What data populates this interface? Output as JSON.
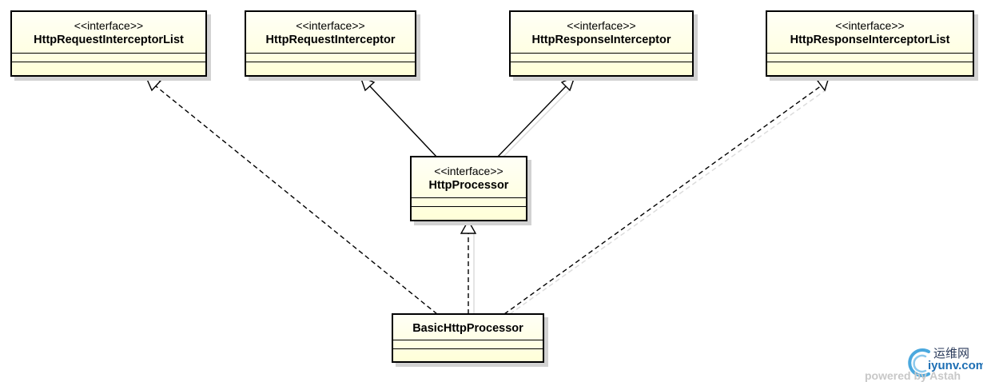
{
  "diagram": {
    "classes": [
      {
        "id": "req-list",
        "stereotype": "<<interface>>",
        "name": "HttpRequestInterceptorList"
      },
      {
        "id": "req",
        "stereotype": "<<interface>>",
        "name": "HttpRequestInterceptor"
      },
      {
        "id": "resp",
        "stereotype": "<<interface>>",
        "name": "HttpResponseInterceptor"
      },
      {
        "id": "resp-list",
        "stereotype": "<<interface>>",
        "name": "HttpResponseInterceptorList"
      },
      {
        "id": "processor",
        "stereotype": "<<interface>>",
        "name": "HttpProcessor"
      },
      {
        "id": "basic",
        "stereotype": "",
        "name": "BasicHttpProcessor"
      }
    ],
    "relations": [
      {
        "from": "processor",
        "to": "req",
        "kind": "generalization"
      },
      {
        "from": "processor",
        "to": "resp",
        "kind": "generalization"
      },
      {
        "from": "basic",
        "to": "processor",
        "kind": "realization"
      },
      {
        "from": "basic",
        "to": "req-list",
        "kind": "realization"
      },
      {
        "from": "basic",
        "to": "resp-list",
        "kind": "realization"
      }
    ]
  },
  "watermark": {
    "chinese": "运维网",
    "domain": "iyunv.com",
    "powered_by": "powered by Astah"
  }
}
